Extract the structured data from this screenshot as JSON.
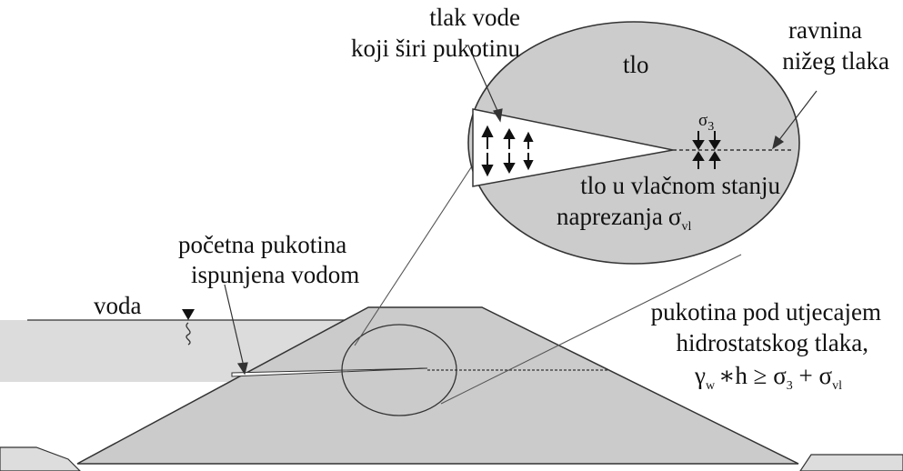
{
  "labels": {
    "crack_pressure_line1": "tlak vode",
    "crack_pressure_line2": "koji širi pukotinu",
    "soil": "tlo",
    "lower_pressure_plane_line1": "ravnina",
    "lower_pressure_plane_line2": "nižeg tlaka",
    "sigma3_symbol": "σ",
    "sigma3_sub": "3",
    "tension_line1": "tlo u vlačnom stanju",
    "tension_line2_text": "naprezanja",
    "tension_sigma": "σ",
    "tension_sigma_sub": "vl",
    "initial_crack_line1": "početna pukotina",
    "initial_crack_line2": "ispunjena vodom",
    "water": "voda",
    "hydro_line1": "pukotina pod utjecajem",
    "hydro_line2": "hidrostatskog tlaka,",
    "eq_gamma": "γ",
    "eq_gamma_sub": "w",
    "eq_rest": "∗h ≥ σ",
    "eq_sigma3_sub": "3",
    "eq_plus": " + σ",
    "eq_vl_sub": "vl"
  },
  "colors": {
    "background": "#ffffff",
    "water_fill": "#d9d9d9",
    "embankment_fill": "#c8c8c8",
    "ellipse_fill": "#cfcfcf",
    "crack_fill": "#ffffff",
    "line": "#333333"
  }
}
